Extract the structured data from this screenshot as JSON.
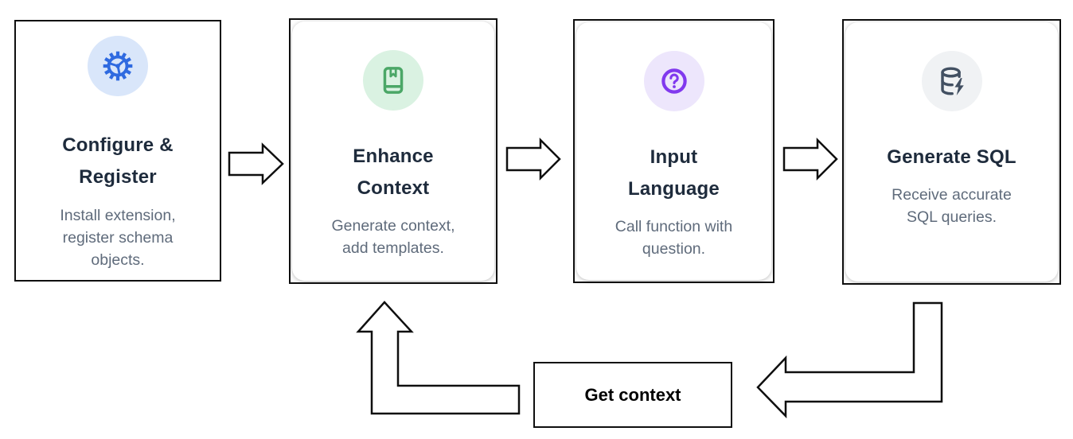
{
  "steps": [
    {
      "title": "Configure & Register",
      "title_lines": [
        "Configure &",
        "Register"
      ],
      "description": "Install extension, register schema objects.",
      "description_lines": [
        "Install extension,",
        "register schema",
        "objects."
      ],
      "icon": "gear-icon",
      "icon_color": "#2f6ae0",
      "icon_bg": "#d9e6fa"
    },
    {
      "title": "Enhance Context",
      "title_lines": [
        "Enhance",
        "Context"
      ],
      "description": "Generate context, add templates.",
      "description_lines": [
        "Generate context,",
        "add templates."
      ],
      "icon": "book-icon",
      "icon_color": "#4ba767",
      "icon_bg": "#daf2e2"
    },
    {
      "title": "Input Language",
      "title_lines": [
        "Input",
        "Language"
      ],
      "description": "Call function with question.",
      "description_lines": [
        "Call function with",
        "question."
      ],
      "icon": "question-icon",
      "icon_color": "#8139ee",
      "icon_bg": "#ede6fc"
    },
    {
      "title": "Generate SQL",
      "title_lines": [
        "Generate SQL"
      ],
      "description": "Receive accurate SQL queries.",
      "description_lines": [
        "Receive accurate",
        "SQL queries."
      ],
      "icon": "database-bolt-icon",
      "icon_color": "#425062",
      "icon_bg": "#f0f2f4"
    }
  ],
  "loop": {
    "label": "Get context"
  },
  "colors": {
    "card_border": "#0f0f0f",
    "title_text": "#1e2b3c",
    "body_text": "#5f6b7b",
    "arrow_outline": "#0f0f0f",
    "loop_text": "#000000"
  }
}
